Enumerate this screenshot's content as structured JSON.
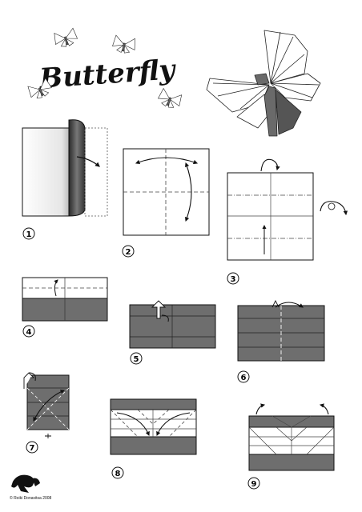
{
  "title": "Butterfly",
  "credit": "© Roiki Donavitsa 2008",
  "colors": {
    "paper_dark": "#6e6e6e",
    "paper_light": "#ffffff",
    "line": "#1a1a1a",
    "crease": "#444444"
  },
  "steps": [
    "1",
    "2",
    "3",
    "4",
    "5",
    "6",
    "7",
    "8",
    "9"
  ],
  "icons": {
    "logo": "folder-logo-icon",
    "turnover": "turn-over-icon",
    "fold": "fold-arrow-icon"
  }
}
